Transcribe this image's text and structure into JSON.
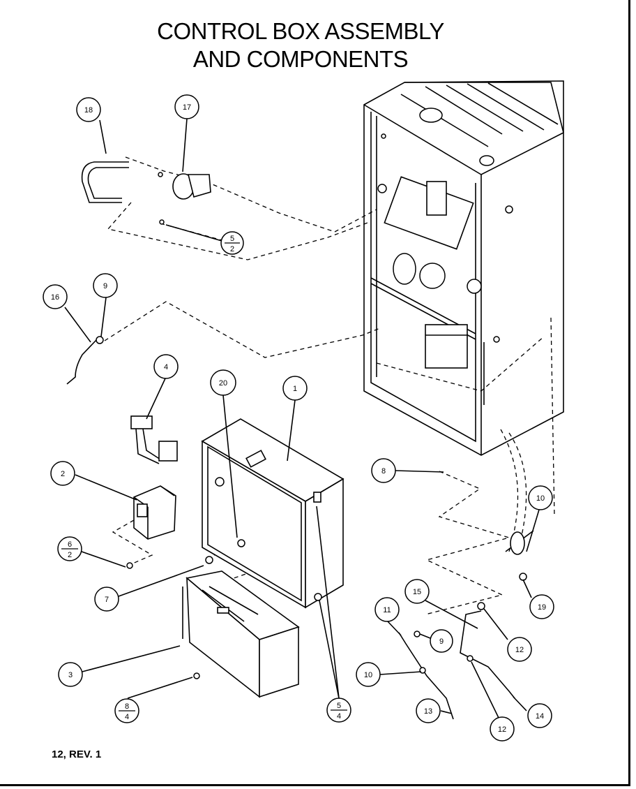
{
  "title_line1": "CONTROL BOX ASSEMBLY",
  "title_line2": "AND COMPONENTS",
  "footer": "12, REV. 1",
  "callouts": [
    {
      "id": "18",
      "label": "18"
    },
    {
      "id": "17",
      "label": "17"
    },
    {
      "id": "5a",
      "label": "5",
      "sub": "2"
    },
    {
      "id": "16",
      "label": "16"
    },
    {
      "id": "9a",
      "label": "9"
    },
    {
      "id": "4",
      "label": "4"
    },
    {
      "id": "20",
      "label": "20"
    },
    {
      "id": "1",
      "label": "1"
    },
    {
      "id": "2",
      "label": "2"
    },
    {
      "id": "6",
      "label": "6",
      "sub": "2"
    },
    {
      "id": "7",
      "label": "7"
    },
    {
      "id": "3",
      "label": "3"
    },
    {
      "id": "8b",
      "label": "8",
      "sub": "4"
    },
    {
      "id": "5b",
      "label": "5",
      "sub": "4"
    },
    {
      "id": "8",
      "label": "8"
    },
    {
      "id": "10a",
      "label": "10"
    },
    {
      "id": "19",
      "label": "19"
    },
    {
      "id": "15",
      "label": "15"
    },
    {
      "id": "11",
      "label": "11"
    },
    {
      "id": "9b",
      "label": "9"
    },
    {
      "id": "12a",
      "label": "12"
    },
    {
      "id": "10b",
      "label": "10"
    },
    {
      "id": "13",
      "label": "13"
    },
    {
      "id": "12b",
      "label": "12"
    },
    {
      "id": "14",
      "label": "14"
    }
  ]
}
